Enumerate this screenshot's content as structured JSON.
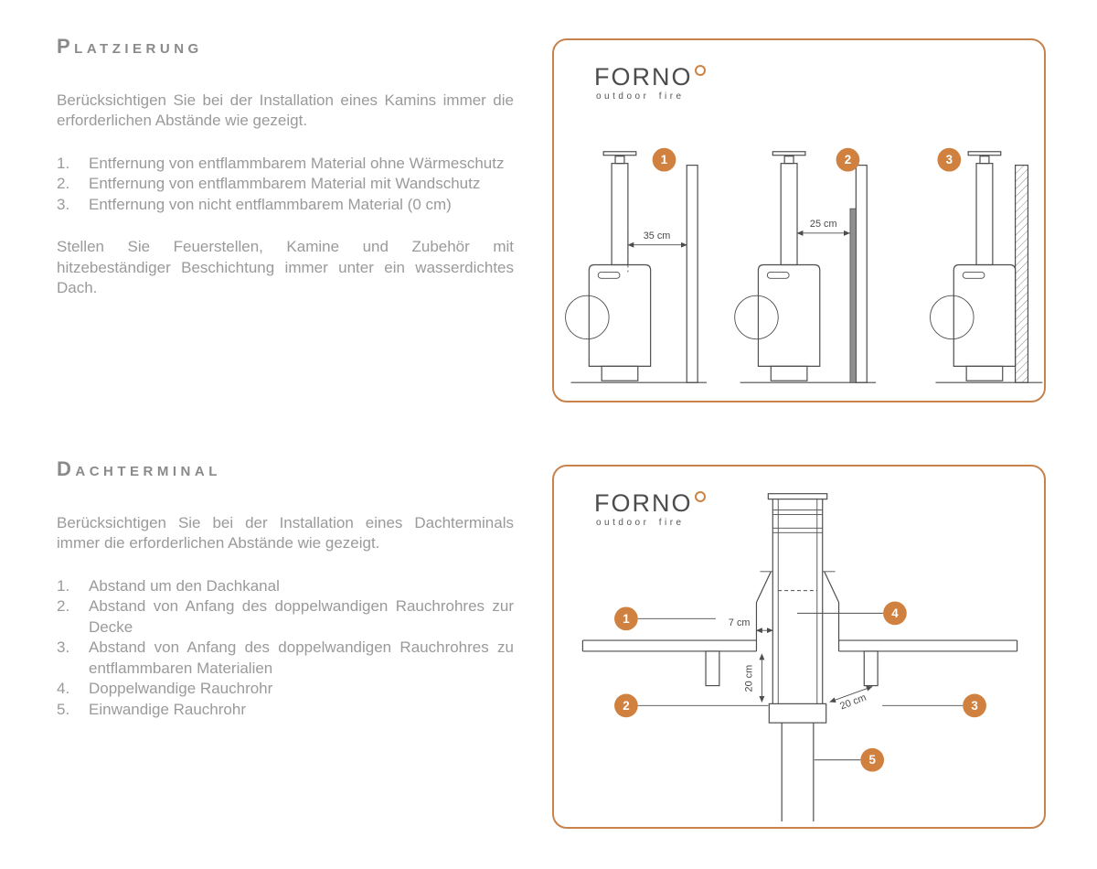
{
  "colors": {
    "accent": "#d0813f",
    "box_border": "#c8824c",
    "heading_text": "#8a8a8a",
    "body_text": "#9a9a9a",
    "diagram_line": "#4d4d4d",
    "wall_panel_fill": "#8f8f8f"
  },
  "sections": {
    "placement": {
      "title": "Platzierung",
      "intro": "Berücksichtigen Sie bei der Installation eines Kamins immer die erforderlichen Abstände wie gezeigt.",
      "items": [
        {
          "num": "1.",
          "text": "Entfernung von entflammbarem Material ohne Wärmeschutz"
        },
        {
          "num": "2.",
          "text": "Entfernung von entflammbarem Material mit Wandschutz"
        },
        {
          "num": "3.",
          "text": "Entfernung von nicht entflammbarem Material (0 cm)"
        }
      ],
      "outro": "Stellen Sie Feuerstellen, Kamine und Zubehör mit hitzebeständiger Beschichtung immer unter ein wasserdichtes Dach."
    },
    "roof": {
      "title": "Dachterminal",
      "intro": "Berücksichtigen Sie bei der Installation eines Dachterminals immer die erforderlichen Abstände wie gezeigt.",
      "items": [
        {
          "num": "1.",
          "text": "Abstand um den Dachkanal"
        },
        {
          "num": "2.",
          "text": "Abstand von Anfang des doppelwandigen Rauchrohres zur Decke"
        },
        {
          "num": "3.",
          "text": "Abstand von Anfang des doppelwandigen Rauchrohres zu entflammbaren Materialien"
        },
        {
          "num": "4.",
          "text": "Doppelwandige Rauchrohr"
        },
        {
          "num": "5.",
          "text": "Einwandige Rauchrohr"
        }
      ]
    }
  },
  "figures": {
    "placement": {
      "logo_name": "FORNO",
      "logo_sub": "outdoor fire",
      "badges": [
        "1",
        "2",
        "3"
      ],
      "dim_no_protection": "35 cm",
      "dim_with_protection": "25 cm"
    },
    "roof": {
      "logo_name": "FORNO",
      "logo_sub": "outdoor fire",
      "badges": [
        "1",
        "2",
        "3",
        "4",
        "5"
      ],
      "dim_duct_gap": "7 cm",
      "dim_to_ceiling": "20 cm",
      "dim_to_materials": "20 cm"
    }
  }
}
